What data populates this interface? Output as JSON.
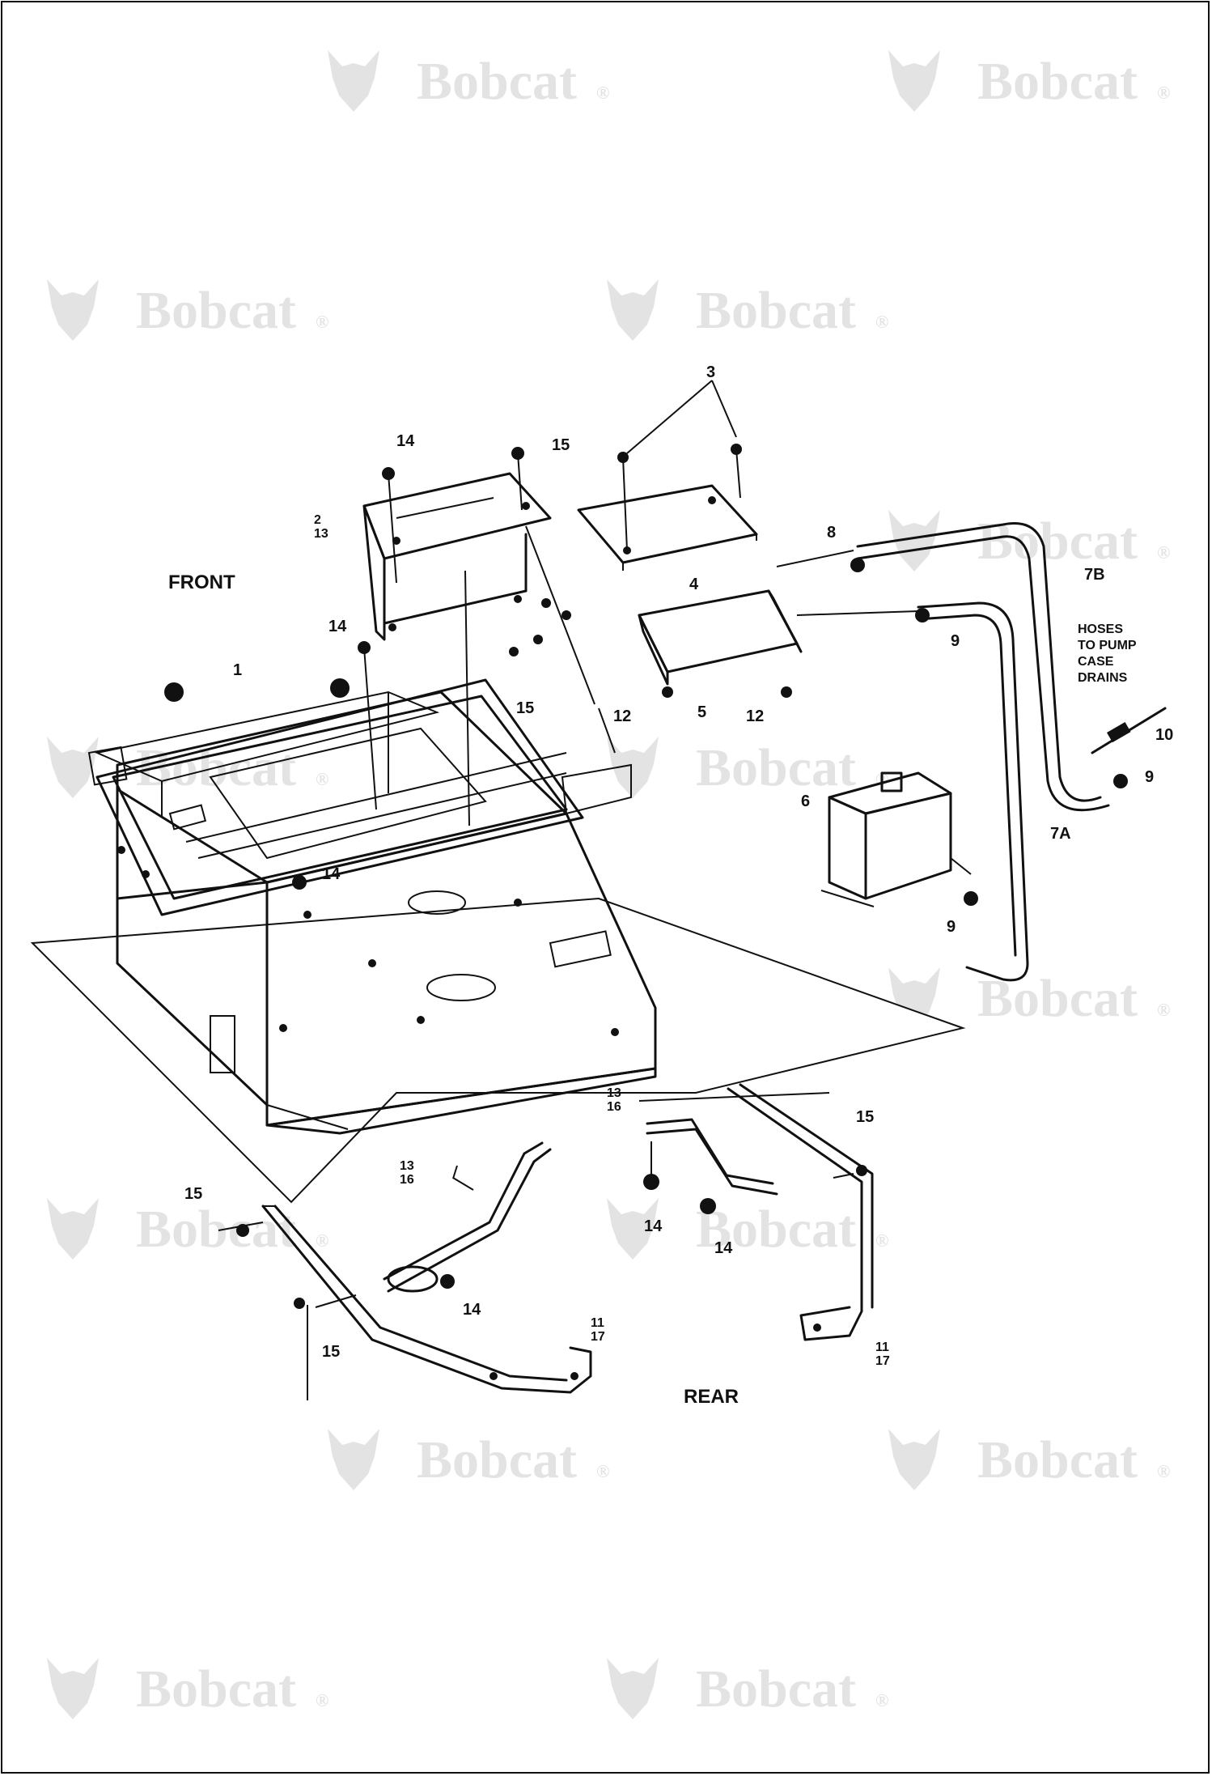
{
  "watermark": {
    "text": "Bobcat",
    "mark": "®",
    "logo_icon": "bobcat-head-icon"
  },
  "orientation": {
    "front": "FRONT",
    "rear": "REAR"
  },
  "note": {
    "lines": [
      "HOSES",
      "TO PUMP",
      "CASE",
      "DRAINS"
    ]
  },
  "callouts": {
    "c1": "1",
    "c3": "3",
    "c4": "4",
    "c5": "5",
    "c6": "6",
    "c7a": "7A",
    "c7b": "7B",
    "c8": "8",
    "c9a": "9",
    "c9b": "9",
    "c9c": "9",
    "c10": "10",
    "c12a": "12",
    "c12b": "12",
    "c14a": "14",
    "c14b": "14",
    "c14c": "14",
    "c14d": "14",
    "c14e": "14",
    "c14f": "14",
    "c15a": "15",
    "c15b": "15",
    "c15c": "15",
    "c15d": "15",
    "c15e": "15"
  },
  "stacked_callouts": {
    "s2_13": [
      "2",
      "13"
    ],
    "s13_16a": [
      "13",
      "16"
    ],
    "s13_16b": [
      "13",
      "16"
    ],
    "s11_17a": [
      "11",
      "17"
    ],
    "s11_17b": [
      "11",
      "17"
    ]
  }
}
